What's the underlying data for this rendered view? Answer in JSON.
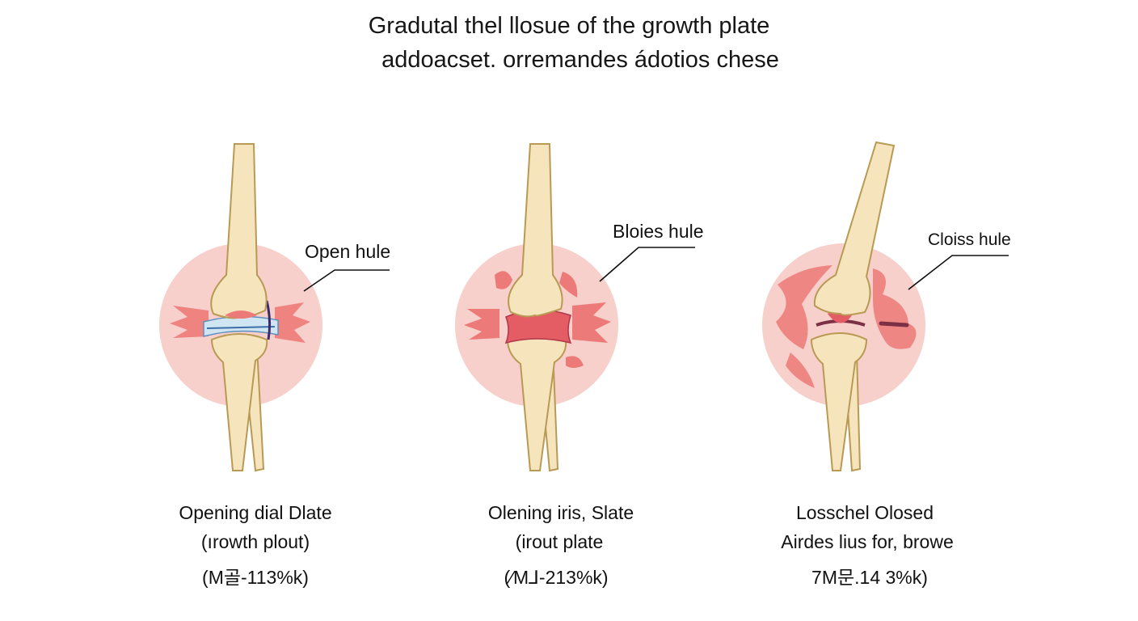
{
  "title_lines": [
    "Gradutal thel llosue of the growth plate",
    "addoacset. orremandes ádotios chese"
  ],
  "panels": [
    {
      "pointer_label": "Open hule",
      "caption": [
        "Opening dial Dlate",
        "(ırowth plout)",
        "(M골-113%k)"
      ],
      "stage": "open"
    },
    {
      "pointer_label": "Bloies hule",
      "caption": [
        "Olening iris, Slate",
        "(irout  plate",
        "(⁄M⅃-213%k)"
      ],
      "stage": "closing"
    },
    {
      "pointer_label": "Cloiss hule",
      "caption": [
        "Losschel Olosed",
        "Airdes lius for, browe",
        "7M문.14 3%k)"
      ],
      "stage": "closed"
    }
  ],
  "colors": {
    "halo": "#f7cfcb",
    "inflammation": "#ec7a78",
    "bone_fill": "#f6e4bc",
    "bone_outline": "#b89a55",
    "growth_plate_open": "#cfe6f2",
    "growth_plate_closing": "#e55d64",
    "growth_plate_closed": "#7d2f45"
  },
  "icons": [
    "femur-bone",
    "tibia-bone",
    "fibula-bone",
    "leader-arrow"
  ]
}
